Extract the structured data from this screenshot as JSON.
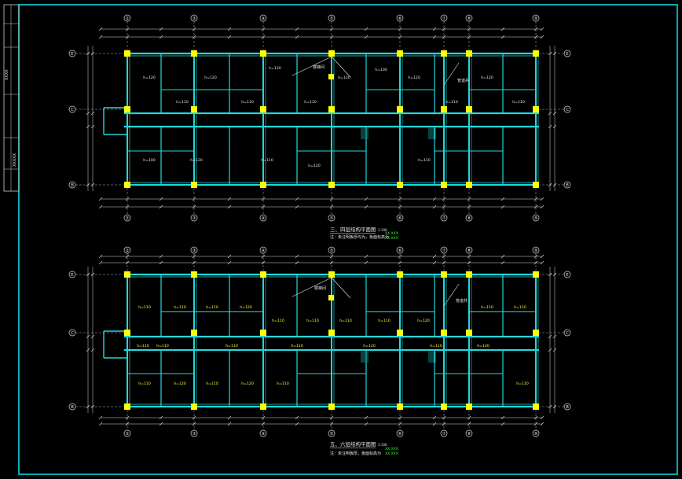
{
  "colors": {
    "background": "#000000",
    "border": "#00d8e0",
    "beam": "#22d8d8",
    "column": "#ffff00",
    "axis": "#d8d8d8",
    "label": "#e8e8e8",
    "slab_yellow": "#ffff33",
    "annotation_green": "#33ff33"
  },
  "title_block": {
    "text_a": "XXXX",
    "text_b": "XXXXX"
  },
  "axes": {
    "columns": [
      "②",
      "③",
      "④",
      "⑤",
      "⑥",
      "⑦",
      "⑧",
      "⑨"
    ],
    "rows": [
      "E",
      "C",
      "B"
    ]
  },
  "plan_top": {
    "title": "三、四层结构平面图",
    "scale": "1:100",
    "note": "注：未注明板厚均为，板面标高为",
    "elev_a": "XX.XXX",
    "elev_b": "XX.XXX",
    "stair_label": "楼梯间",
    "shaft_label": "管道井",
    "slab_labels": [
      "h=120",
      "h=110",
      "h=120",
      "h=110",
      "h=120",
      "h=110",
      "h=120",
      "h=100",
      "h=120",
      "h=110",
      "h=120",
      "h=110",
      "h=100",
      "h=120",
      "h=110",
      "h=120",
      "h=110"
    ]
  },
  "plan_bottom": {
    "title": "五、六层结构平面图",
    "scale": "1:100",
    "note": "注：未注明板厚，板面标高为",
    "elev_a": "XX.XXX",
    "elev_b": "XX.XXX",
    "stair_label": "楼梯间",
    "shaft_label": "管道井",
    "slab_labels": [
      "h=110",
      "h=110",
      "h=110",
      "h=120",
      "h=110",
      "h=110",
      "h=110",
      "h=110",
      "h=120",
      "h=110",
      "h=110",
      "h=110",
      "h=110",
      "h=110",
      "h=110",
      "h=120",
      "h=110",
      "h=120",
      "h=110",
      "h=120",
      "h=110",
      "h=120",
      "h=110",
      "h=110"
    ]
  }
}
